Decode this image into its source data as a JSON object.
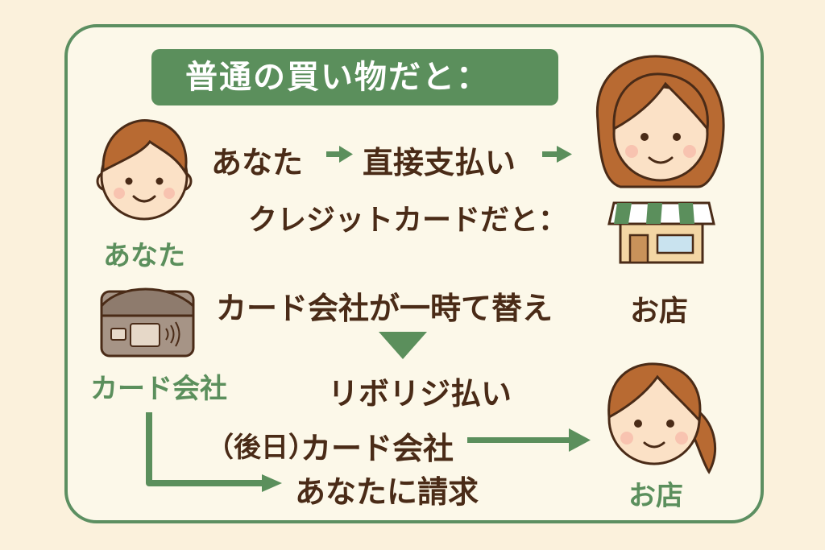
{
  "header": {
    "title": "普通の買い物だと："
  },
  "flow1": {
    "from": "あなた",
    "action": "直接支払い"
  },
  "credit": {
    "heading": "クレジットカードだと："
  },
  "step1": {
    "text": "カード会社が一時て替え"
  },
  "step2": {
    "text": "リボリジ払い"
  },
  "step3": {
    "prefix": "（後日）",
    "company": "カード会社",
    "bill": "あなたに請求"
  },
  "labels": {
    "you": "あなた",
    "card_company": "カード会社",
    "store_top": "お店",
    "store_bottom": "お店"
  },
  "colors": {
    "green": "#5b8f5c",
    "brown": "#4a2b17",
    "frame": "#5c8f61",
    "panel": "#fcf8e9",
    "background": "#fbf1dc"
  },
  "icons": [
    "boy-face-icon",
    "woman-face-icon",
    "store-icon",
    "credit-card-icon",
    "woman-ponytail-face-icon"
  ]
}
